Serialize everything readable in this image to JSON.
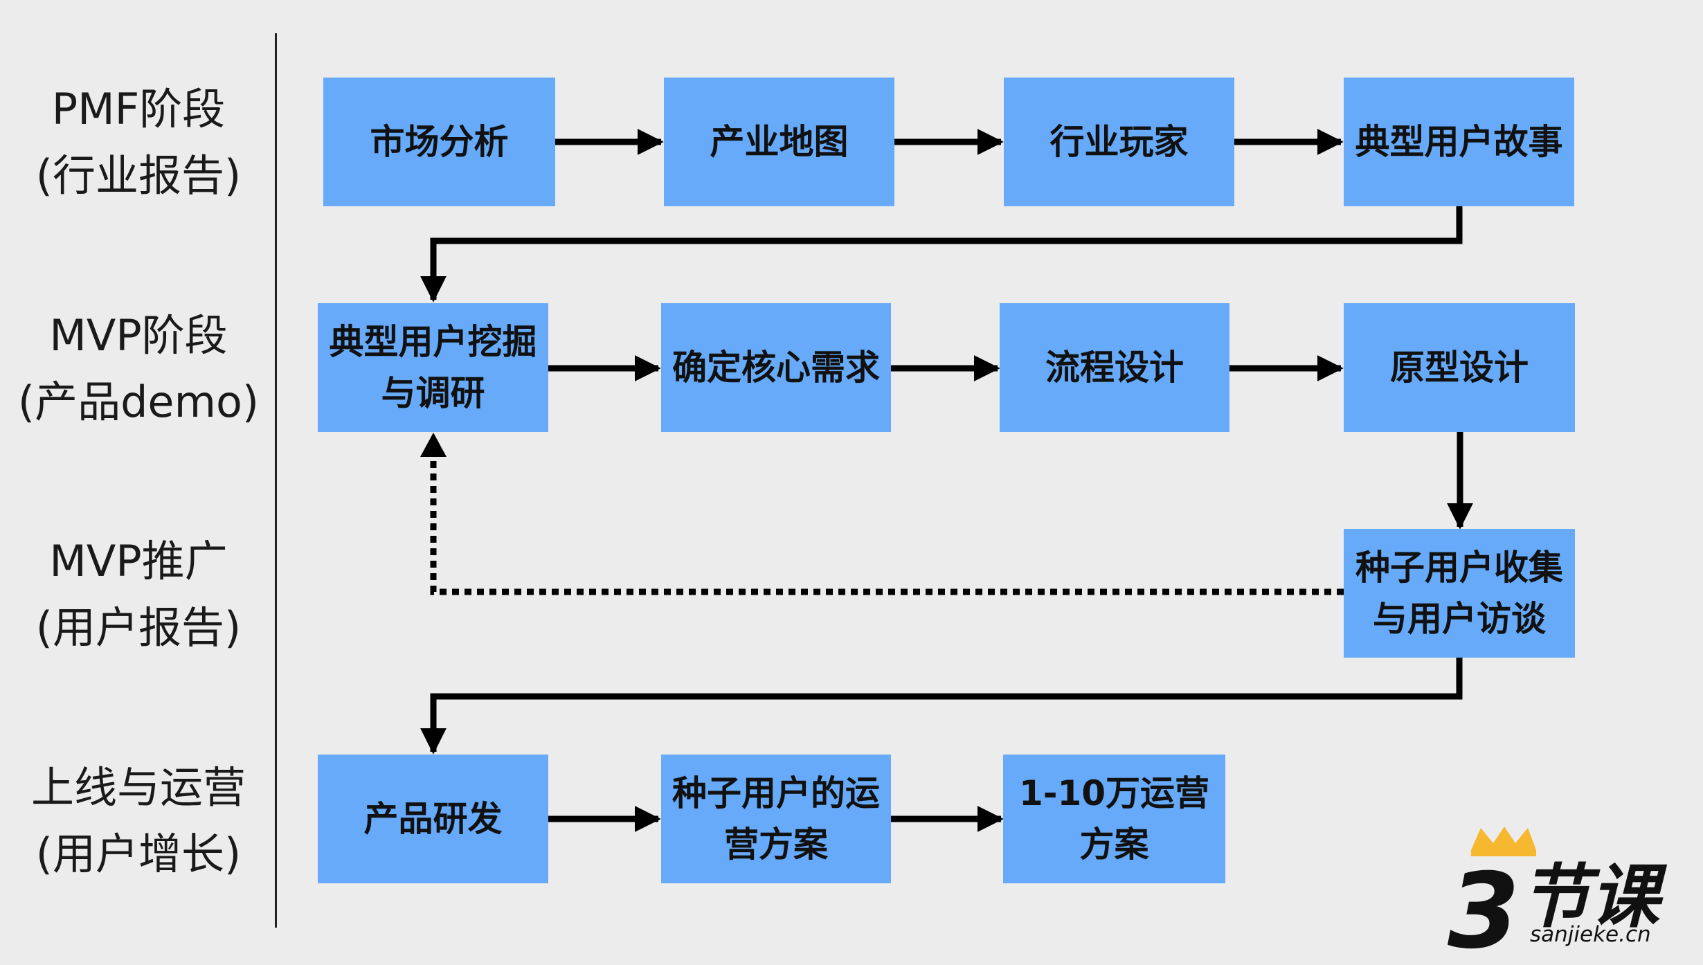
{
  "stages": [
    {
      "id": "pmf",
      "line1": "PMF阶段",
      "line2": "(行业报告)"
    },
    {
      "id": "mvp",
      "line1": "MVP阶段",
      "line2": "(产品demo)"
    },
    {
      "id": "mvp-promo",
      "line1": "MVP推广",
      "line2": "(用户报告)"
    },
    {
      "id": "launch",
      "line1": "上线与运营",
      "line2": "(用户增长)"
    }
  ],
  "boxes": {
    "market_analysis": {
      "line1": "市场分析",
      "line2": ""
    },
    "industry_map": {
      "line1": "产业地图",
      "line2": ""
    },
    "industry_players": {
      "line1": "行业玩家",
      "line2": ""
    },
    "typical_user_story": {
      "line1": "典型用户故事",
      "line2": ""
    },
    "user_mining": {
      "line1": "典型用户挖掘",
      "line2": "与调研"
    },
    "core_needs": {
      "line1": "确定核心需求",
      "line2": ""
    },
    "flow_design": {
      "line1": "流程设计",
      "line2": ""
    },
    "prototype_design": {
      "line1": "原型设计",
      "line2": ""
    },
    "seed_users": {
      "line1": "种子用户收集",
      "line2": "与用户访谈"
    },
    "product_dev": {
      "line1": "产品研发",
      "line2": ""
    },
    "seed_ops": {
      "line1": "种子用户的运",
      "line2": "营方案"
    },
    "growth_plan": {
      "line1": "1-10万运营",
      "line2": "方案"
    }
  },
  "logo": {
    "brand": "3节课",
    "url": "sanjieke.cn"
  },
  "colors": {
    "box": "#66aaf9",
    "arrow": "#000000",
    "background": "#ececec",
    "crown": "#f5b82e"
  }
}
